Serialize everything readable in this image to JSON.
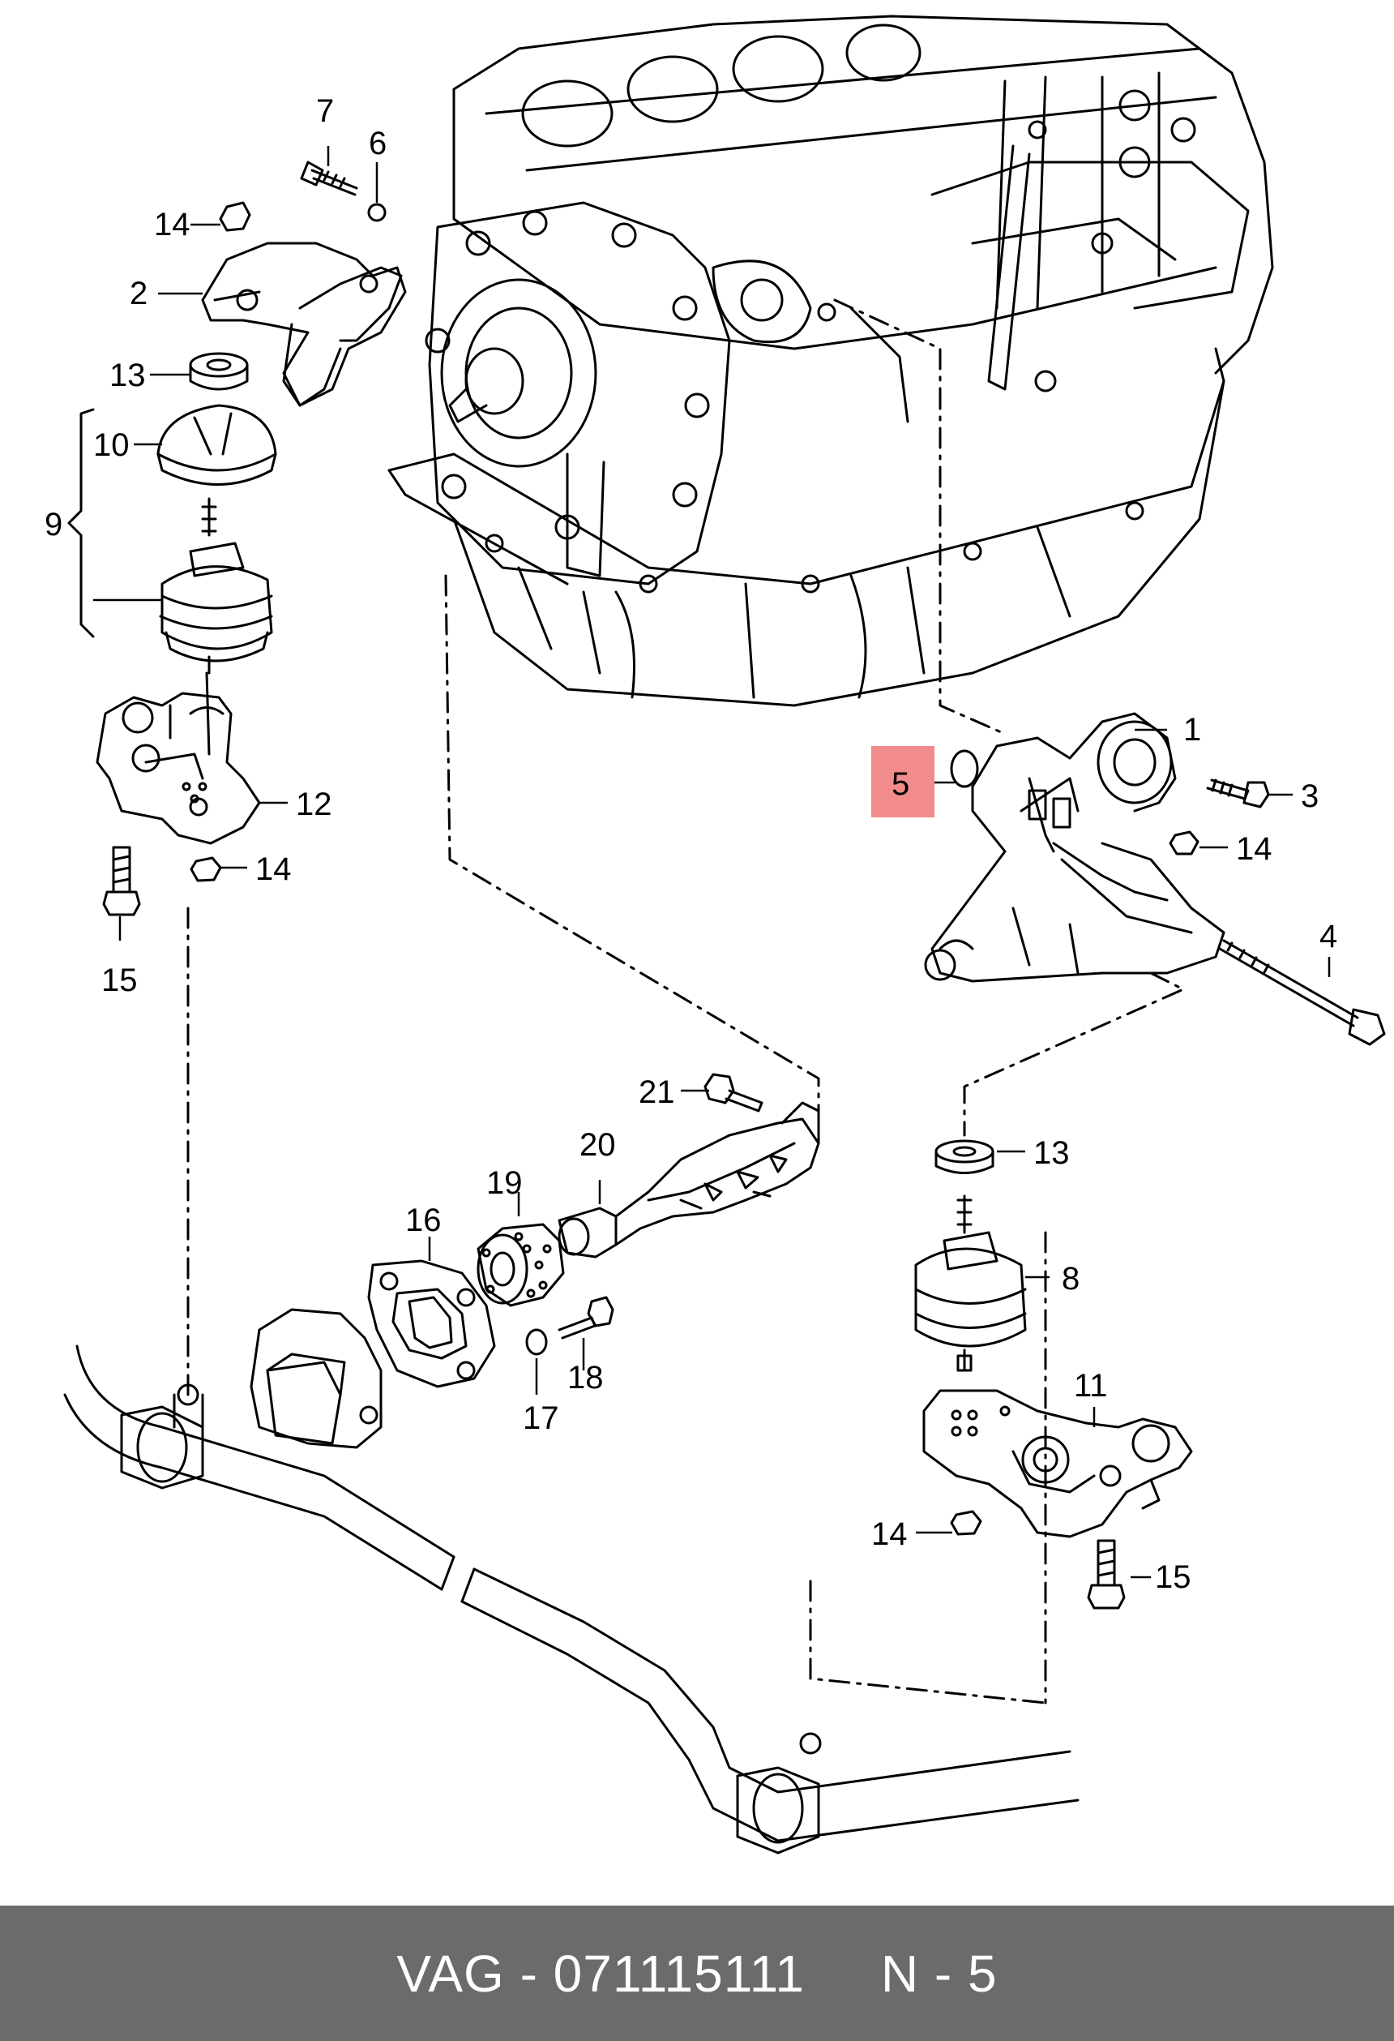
{
  "callouts": {
    "c1": "1",
    "c2": "2",
    "c3": "3",
    "c4": "4",
    "c5": "5",
    "c6": "6",
    "c7": "7",
    "c8": "8",
    "c9": "9",
    "c10": "10",
    "c11": "11",
    "c12": "12",
    "c13a": "13",
    "c13b": "13",
    "c14a": "14",
    "c14b": "14",
    "c14c": "14",
    "c14d": "14",
    "c15a": "15",
    "c15b": "15",
    "c16": "16",
    "c17": "17",
    "c18": "18",
    "c19": "19",
    "c20": "20",
    "c21": "21"
  },
  "highlight": {
    "label": "5",
    "color": "#f28b8b"
  },
  "footer": {
    "text": "VAG - 071115111     N - 5",
    "background": "#6b6b6b"
  }
}
